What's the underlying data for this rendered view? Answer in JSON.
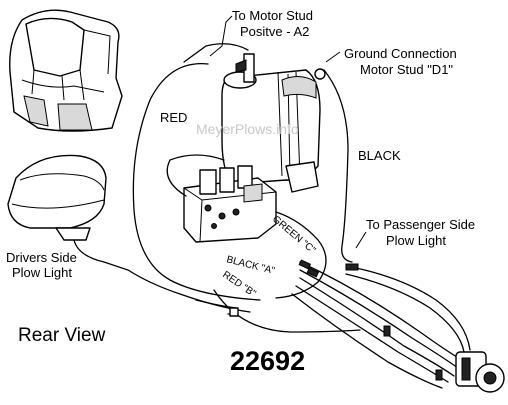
{
  "labels": {
    "to_motor_stud": "To Motor Stud",
    "positive_a2": "Positve - A2",
    "ground_connection": "Ground Connection",
    "motor_stud_d1": "Motor Stud \"D1\"",
    "red": "RED",
    "black": "BLACK",
    "to_passenger_side": "To Passenger Side",
    "plow_light": "Plow Light",
    "drivers_side": "Drivers Side",
    "drivers_plow_light": "Plow Light",
    "green_c": "GREEN \"C\"",
    "black_a": "BLACK \"A\"",
    "red_b": "RED \"B\"",
    "rear_view": "Rear View",
    "part_number": "22692",
    "watermark": "MeyerPlows.info"
  }
}
